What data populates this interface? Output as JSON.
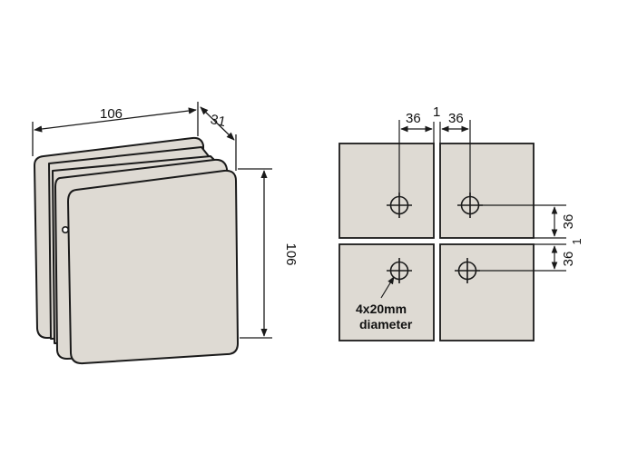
{
  "perspective_view": {
    "width_dim": "106",
    "depth_dim": "31",
    "height_dim": "106"
  },
  "plan_view": {
    "top_left_offset": "36",
    "gap_top": "1",
    "top_right_offset": "36",
    "right_upper_offset": "36",
    "gap_right": "1",
    "right_lower_offset": "36",
    "hole_note_line1": "4x20mm",
    "hole_note_line2": "diameter"
  },
  "colors": {
    "plate_fill": "#dedad3",
    "stroke": "#1a1a1a",
    "background": "#ffffff"
  }
}
